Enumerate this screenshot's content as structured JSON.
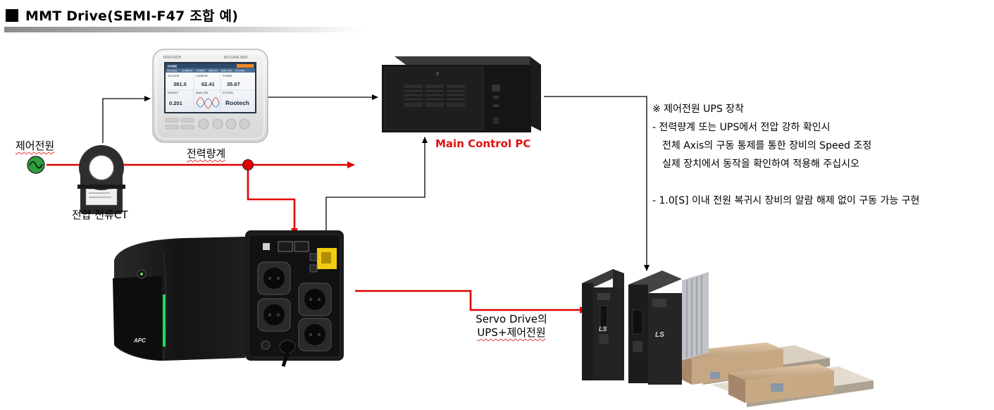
{
  "title": "MMT Drive(SEMI-F47 조합 예)",
  "labels": {
    "power_source": "제어전원",
    "power_meter": "전력량계",
    "ct": "전압 전류CT",
    "main_pc": "Main Control PC",
    "servo_line1": "Servo Drive의",
    "servo_line2": "UPS+제어전원"
  },
  "meter_screen": {
    "brand": "ROOTECH",
    "model": "ACCURA 2500",
    "home": "HOME",
    "tabs": [
      "VOLTAGE",
      "CURRENT",
      "POWER",
      "ENERGY",
      "ANALYSIS",
      "SYSTEM"
    ],
    "voltage_label": "VOLTAGE",
    "voltage_value": "381.0",
    "current_label": "CURRENT",
    "current_value": "62.41",
    "power_label": "POWER",
    "power_value": "35.67",
    "energy_label": "ENERGY",
    "energy_value": "0.201",
    "analysis_label": "ANALYSIS",
    "system_label": "SYSTEM",
    "logo": "Rootech"
  },
  "ups": {
    "brand": "APC"
  },
  "servo": {
    "brand": "LS"
  },
  "notes": [
    "※ 제어전원 UPS 장착",
    "- 전력량계 또는 UPS에서 전압 강하 확인시",
    "전체 Axis의 구동 통제를 통한 장비의 Speed 조정",
    "실제 장치에서 동작을 확인하여 적용해 주십시오",
    "",
    "- 1.0[S] 이내 전원 복귀시 장비의 알람 해제 없이 구동 가능 구현"
  ],
  "colors": {
    "power_line": "#e00000",
    "signal_line": "#000000",
    "source_fill": "#2e9e3e"
  }
}
